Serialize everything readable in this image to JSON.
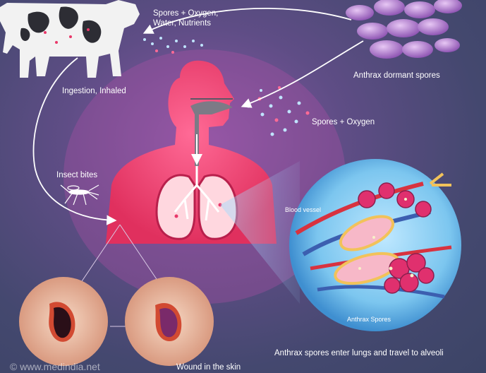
{
  "labels": {
    "spores_oxygen_water_line1": "Spores + Oxygen,",
    "spores_oxygen_water_line2": "Water, Nutrients",
    "anthrax_dormant": "Anthrax dormant spores",
    "ingestion": "Ingestion, Inhaled",
    "spores_oxygen": "Spores + Oxygen",
    "insect_bites": "Insect bites",
    "blood_vessel": "Blood vessel",
    "anthrax_spores": "Anthrax Spores",
    "alveoli": "Anthrax spores enter lungs and travel to alveoli",
    "wound": "Wound in the skin",
    "watermark": "© www.medindia.net"
  },
  "colors": {
    "background": "#44486f",
    "body": "#e8386a",
    "alveoli_circle": "#7ec8ee",
    "spores": "#a46bc2",
    "arrow": "#ffffff"
  },
  "icons": {
    "cow": "cow-icon",
    "mosquito": "mosquito-icon",
    "spores": "spore-cluster-icon"
  }
}
